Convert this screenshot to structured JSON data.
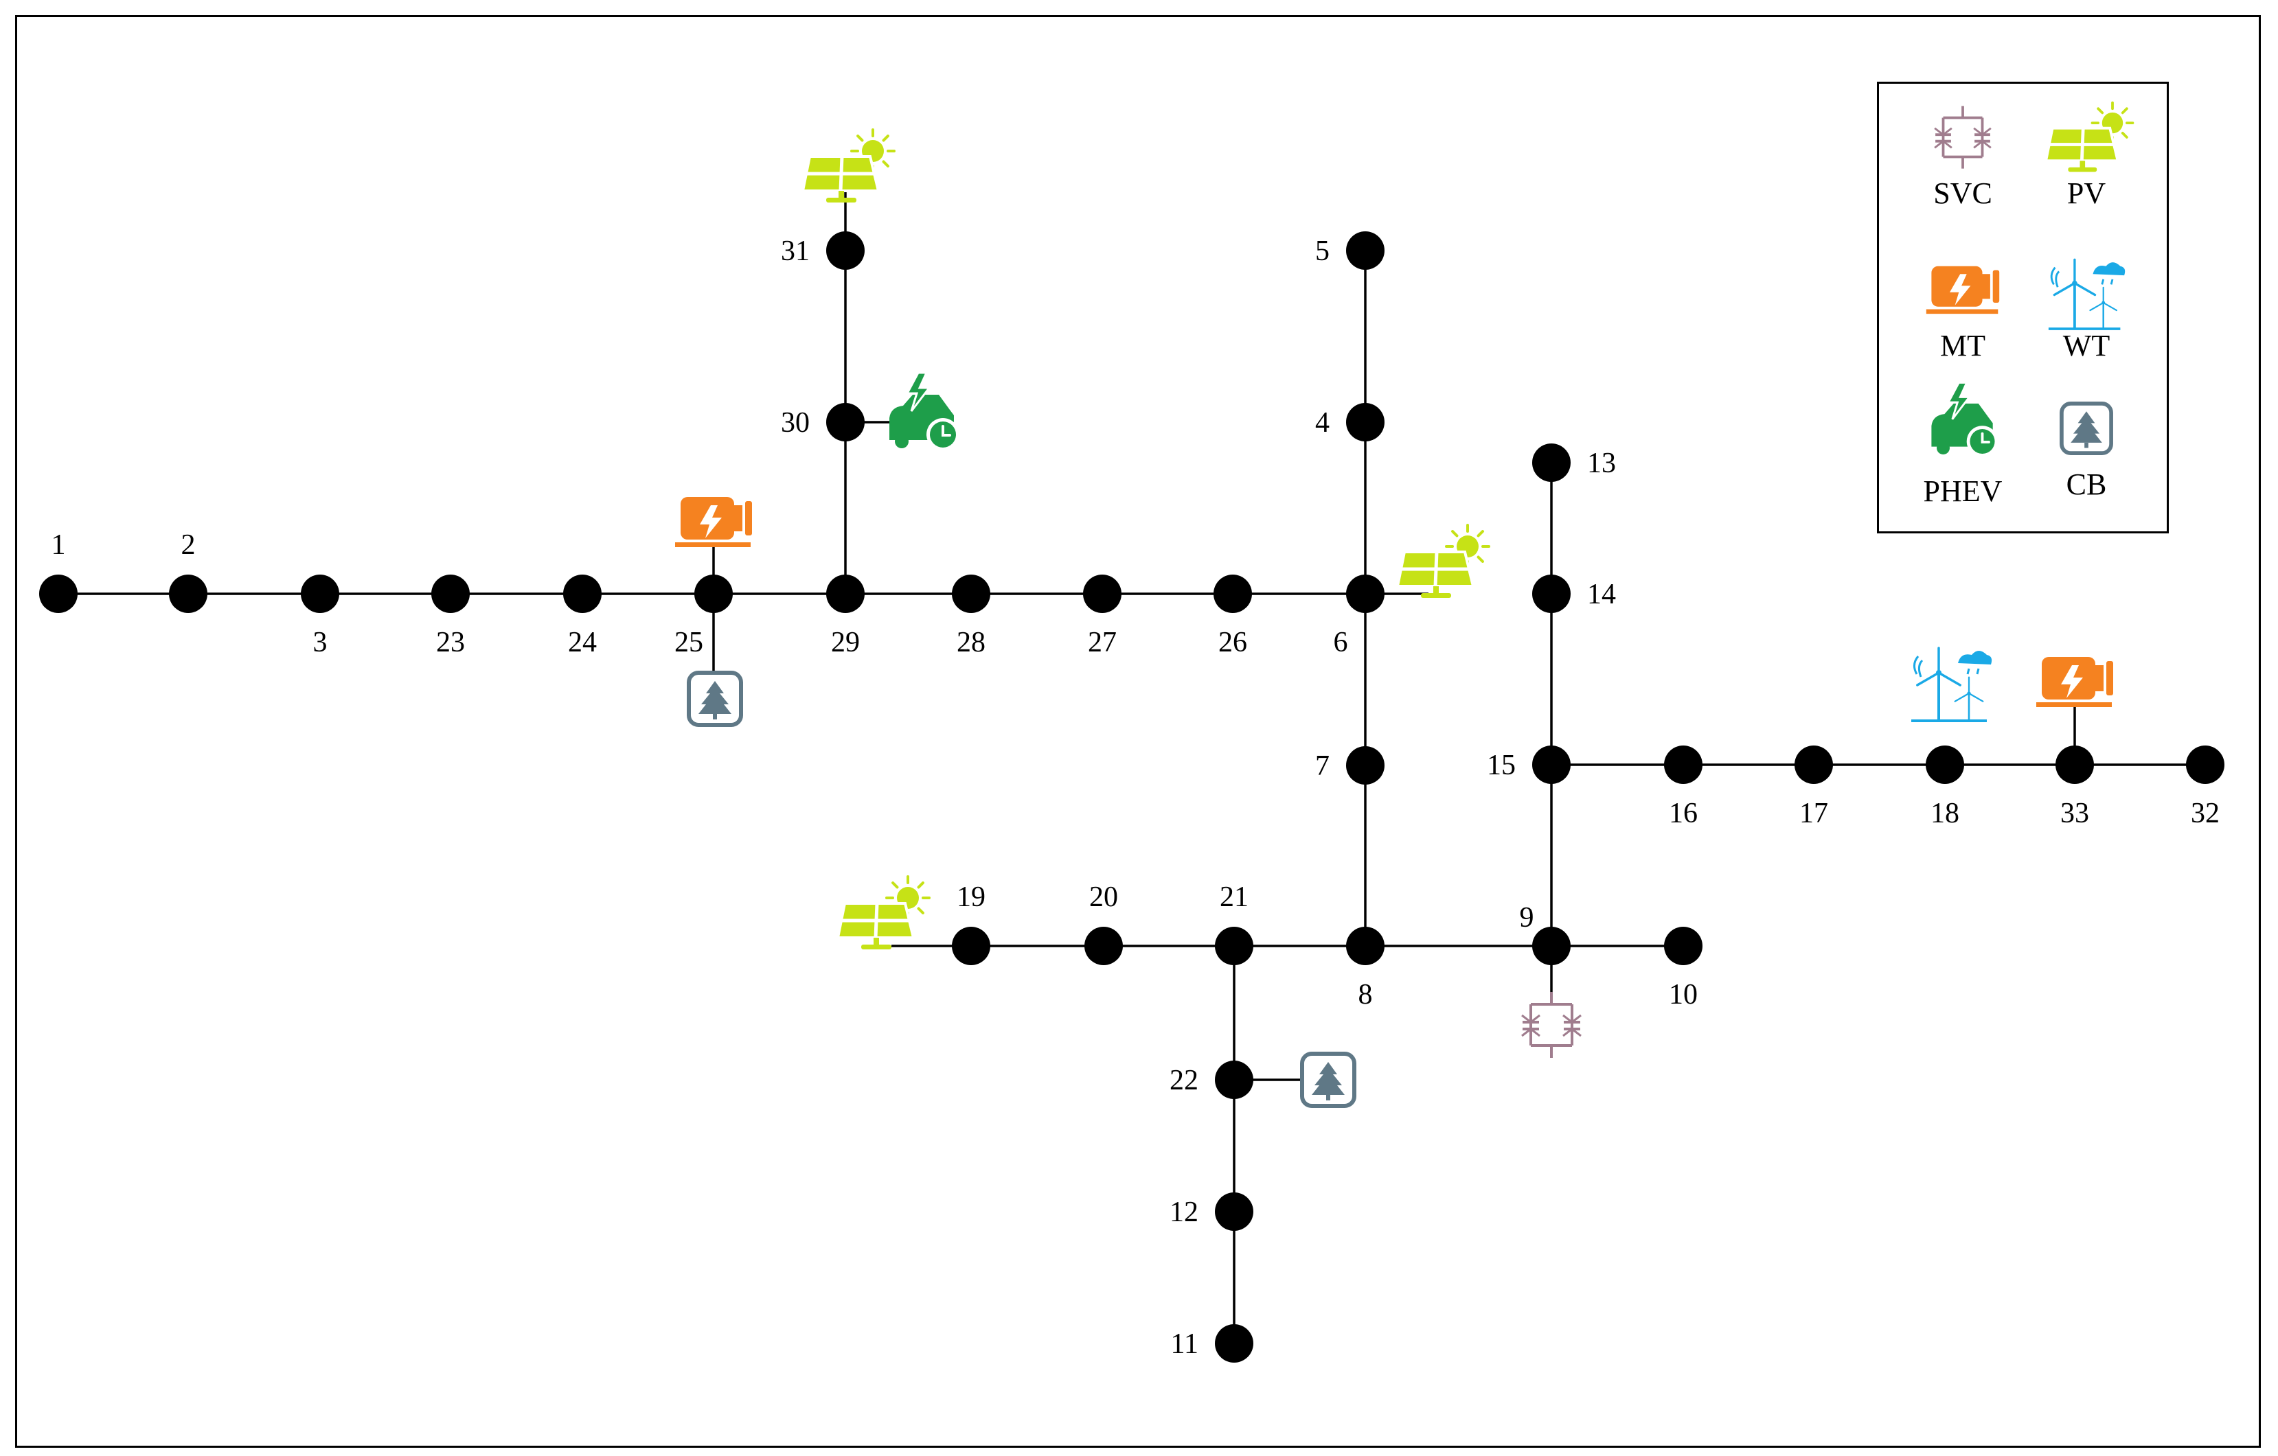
{
  "colors": {
    "line": "#000000",
    "node": "#000000",
    "svc": "#a07d8e",
    "pv": "#c6e216",
    "mt": "#f58220",
    "wt": "#1aa9e6",
    "phev": "#1e9e4a",
    "cb": "#5f7886"
  },
  "nodes": [
    {
      "id": "1",
      "label": "1"
    },
    {
      "id": "2",
      "label": "2"
    },
    {
      "id": "3",
      "label": "3"
    },
    {
      "id": "23",
      "label": "23"
    },
    {
      "id": "24",
      "label": "24"
    },
    {
      "id": "25",
      "label": "25"
    },
    {
      "id": "29",
      "label": "29"
    },
    {
      "id": "28",
      "label": "28"
    },
    {
      "id": "27",
      "label": "27"
    },
    {
      "id": "26",
      "label": "26"
    },
    {
      "id": "6",
      "label": "6"
    },
    {
      "id": "31",
      "label": "31"
    },
    {
      "id": "30",
      "label": "30"
    },
    {
      "id": "5",
      "label": "5"
    },
    {
      "id": "4",
      "label": "4"
    },
    {
      "id": "7",
      "label": "7"
    },
    {
      "id": "8",
      "label": "8"
    },
    {
      "id": "13",
      "label": "13"
    },
    {
      "id": "14",
      "label": "14"
    },
    {
      "id": "15",
      "label": "15"
    },
    {
      "id": "16",
      "label": "16"
    },
    {
      "id": "17",
      "label": "17"
    },
    {
      "id": "18",
      "label": "18"
    },
    {
      "id": "33",
      "label": "33"
    },
    {
      "id": "32",
      "label": "32"
    },
    {
      "id": "19",
      "label": "19"
    },
    {
      "id": "20",
      "label": "20"
    },
    {
      "id": "21",
      "label": "21"
    },
    {
      "id": "9",
      "label": "9"
    },
    {
      "id": "10",
      "label": "10"
    },
    {
      "id": "22",
      "label": "22"
    },
    {
      "id": "12",
      "label": "12"
    },
    {
      "id": "11",
      "label": "11"
    }
  ],
  "edges": [
    [
      "1",
      "2"
    ],
    [
      "2",
      "3"
    ],
    [
      "3",
      "23"
    ],
    [
      "23",
      "24"
    ],
    [
      "24",
      "25"
    ],
    [
      "25",
      "29"
    ],
    [
      "29",
      "28"
    ],
    [
      "28",
      "27"
    ],
    [
      "27",
      "26"
    ],
    [
      "26",
      "6"
    ],
    [
      "29",
      "30"
    ],
    [
      "30",
      "31"
    ],
    [
      "6",
      "4"
    ],
    [
      "4",
      "5"
    ],
    [
      "6",
      "7"
    ],
    [
      "7",
      "8"
    ],
    [
      "8",
      "21"
    ],
    [
      "21",
      "20"
    ],
    [
      "20",
      "19"
    ],
    [
      "8",
      "9"
    ],
    [
      "9",
      "10"
    ],
    [
      "21",
      "22"
    ],
    [
      "22",
      "12"
    ],
    [
      "12",
      "11"
    ],
    [
      "9",
      "15"
    ],
    [
      "15",
      "14"
    ],
    [
      "14",
      "13"
    ],
    [
      "15",
      "16"
    ],
    [
      "16",
      "17"
    ],
    [
      "17",
      "18"
    ],
    [
      "18",
      "33"
    ],
    [
      "33",
      "32"
    ]
  ],
  "devices": [
    {
      "type": "pv",
      "icon": "solar-panel-icon",
      "node": "31"
    },
    {
      "type": "phev",
      "icon": "ev-charging-icon",
      "node": "30"
    },
    {
      "type": "mt",
      "icon": "microturbine-icon",
      "node": "25"
    },
    {
      "type": "cb",
      "icon": "capacitor-bank-icon",
      "node": "25"
    },
    {
      "type": "pv",
      "icon": "solar-panel-icon",
      "node": "6"
    },
    {
      "type": "pv",
      "icon": "solar-panel-icon",
      "node": "19"
    },
    {
      "type": "cb",
      "icon": "capacitor-bank-icon",
      "node": "22"
    },
    {
      "type": "svc",
      "icon": "svc-icon",
      "node": "9"
    },
    {
      "type": "wt",
      "icon": "wind-turbine-icon",
      "node": "18"
    },
    {
      "type": "mt",
      "icon": "microturbine-icon",
      "node": "33"
    }
  ],
  "legend": [
    {
      "type": "svc",
      "icon": "svc-icon",
      "label": "SVC"
    },
    {
      "type": "pv",
      "icon": "solar-panel-icon",
      "label": "PV"
    },
    {
      "type": "mt",
      "icon": "microturbine-icon",
      "label": "MT"
    },
    {
      "type": "wt",
      "icon": "wind-turbine-icon",
      "label": "WT"
    },
    {
      "type": "phev",
      "icon": "ev-charging-icon",
      "label": "PHEV"
    },
    {
      "type": "cb",
      "icon": "capacitor-bank-icon",
      "label": "CB"
    }
  ]
}
